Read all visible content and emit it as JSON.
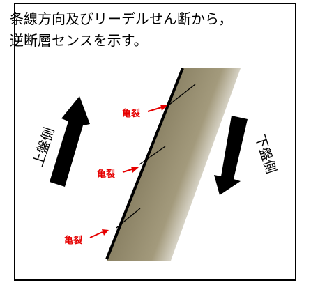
{
  "caption": "条線方向及びリーデルせん断から，\n逆断層センスを示す。",
  "labels": {
    "hanging_wall": "上盤側",
    "footwall": "下盤側",
    "crack_top": "亀裂",
    "crack_middle": "亀裂",
    "crack_bottom": "亀裂"
  },
  "colors": {
    "fault_zone": "#8c8366",
    "fault_line": "#000000",
    "crack_label": "#e60000",
    "arrow_fill": "#000000"
  },
  "icons": {
    "hanging_wall_arrow": "up-arrow-icon",
    "footwall_arrow": "down-arrow-icon"
  }
}
